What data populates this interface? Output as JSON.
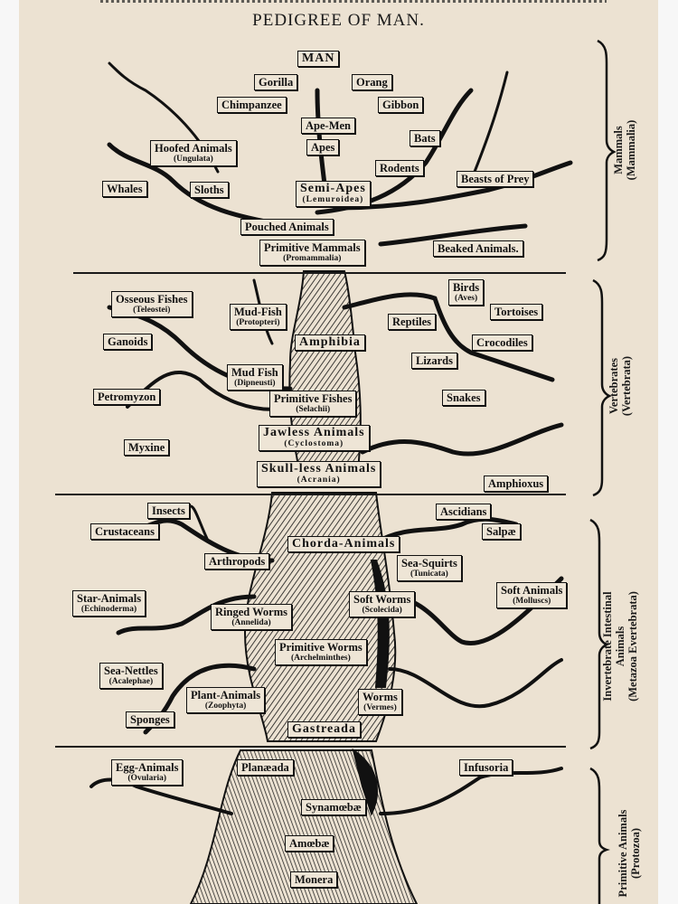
{
  "title": "PEDIGREE OF MAN.",
  "colors": {
    "paper": "#ece2d2",
    "ink": "#111111",
    "margin": "#f7f7f7"
  },
  "sections": {
    "mammals": {
      "group_label": "Mammals",
      "group_sub": "(Mammalia)",
      "labels": {
        "man": "MAN",
        "gorilla": "Gorilla",
        "orang": "Orang",
        "chimpanzee": "Chimpanzee",
        "gibbon": "Gibbon",
        "ape_men": "Ape-Men",
        "apes": "Apes",
        "bats": "Bats",
        "hoofed": "Hoofed Animals",
        "hoofed_sub": "(Ungulata)",
        "rodents": "Rodents",
        "whales": "Whales",
        "sloths": "Sloths",
        "semi_apes": "Semi-Apes",
        "semi_apes_sub": "(Lemuroidea)",
        "beasts_of_prey": "Beasts of Prey",
        "pouched": "Pouched Animals",
        "primitive_mammals": "Primitive Mammals",
        "primitive_mammals_sub": "(Promammalia)",
        "beaked": "Beaked Animals."
      }
    },
    "vertebrates": {
      "group_label": "Vertebrates",
      "group_sub": "(Vertebrata)",
      "labels": {
        "osseous": "Osseous Fishes",
        "osseous_sub": "(Teleostei)",
        "mudfish1": "Mud-Fish",
        "mudfish1_sub": "(Protopteri)",
        "birds": "Birds",
        "birds_sub": "(Aves)",
        "tortoises": "Tortoises",
        "reptiles": "Reptiles",
        "ganoids": "Ganoids",
        "amphibia": "Amphibia",
        "crocodiles": "Crocodiles",
        "mudfish2": "Mud Fish",
        "mudfish2_sub": "(Dipneusti)",
        "lizards": "Lizards",
        "petromyzon": "Petromyzon",
        "primitive_fishes": "Primitive Fishes",
        "primitive_fishes_sub": "(Selachii)",
        "snakes": "Snakes",
        "jawless": "Jawless Animals",
        "jawless_sub": "(Cyclostoma)",
        "myxine": "Myxine",
        "skull_less": "Skull-less Animals",
        "skull_less_sub": "(Acrania)",
        "amphioxus": "Amphioxus"
      }
    },
    "invertebrates": {
      "group_label": "Invertebrate Intestinal",
      "group_label2": "Animals",
      "group_sub": "(Metazoa Evertebrata)",
      "labels": {
        "insects": "Insects",
        "ascidians": "Ascidians",
        "crustaceans": "Crustaceans",
        "salpae": "Salpæ",
        "chorda": "Chorda-Animals",
        "arthropods": "Arthropods",
        "sea_squirts": "Sea-Squirts",
        "sea_squirts_sub": "(Tunicata)",
        "star_animals": "Star-Animals",
        "star_animals_sub": "(Echinoderma)",
        "soft_worms": "Soft Worms",
        "soft_worms_sub": "(Scolecida)",
        "soft_animals": "Soft Animals",
        "soft_animals_sub": "(Molluscs)",
        "ringed_worms": "Ringed Worms",
        "ringed_worms_sub": "(Annelida)",
        "primitive_worms": "Primitive Worms",
        "primitive_worms_sub": "(Archelminthes)",
        "sea_nettles": "Sea-Nettles",
        "sea_nettles_sub": "(Acalephae)",
        "plant_animals": "Plant-Animals",
        "plant_animals_sub": "(Zoophyta)",
        "worms": "Worms",
        "worms_sub": "(Vermes)",
        "sponges": "Sponges",
        "gastreada": "Gastreada"
      }
    },
    "protozoa": {
      "group_label": "Primitive Animals",
      "group_sub": "(Protozoa)",
      "labels": {
        "egg_animals": "Egg-Animals",
        "egg_animals_sub": "(Ovularia)",
        "planaeada": "Planæada",
        "infusoria": "Infusoria",
        "synamoebae": "Synamœbæ",
        "amoebae": "Amœbæ",
        "monera": "Monera"
      }
    }
  }
}
